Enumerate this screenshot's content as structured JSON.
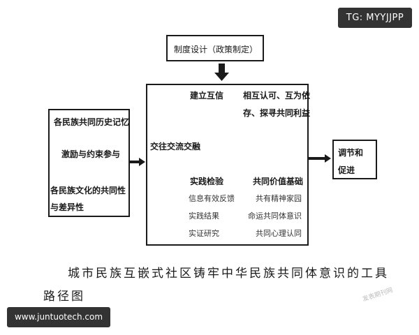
{
  "badges": {
    "top_right": "TG: MYYJJPP",
    "bottom_left": "www.juntuotech.com"
  },
  "diagram": {
    "top_box": "制度设计（政策制定）",
    "left_box": {
      "line1": "各民族共同历史记忆",
      "line2": "激励与约束参与",
      "line3a": "各民族文化的共同性",
      "line3b": "与差异性"
    },
    "right_box": {
      "line1": "调节和",
      "line2": "促进"
    },
    "center": {
      "establish_trust": "建立互信",
      "mutual_recognition_a": "相互认可、互为依",
      "mutual_recognition_b": "存、探寻共同利益",
      "interaction": "交往交流交融",
      "practice_test": "实践检验",
      "shared_values": "共同价值基础",
      "left_list": [
        "信息有效反馈",
        "实践结果",
        "实证研究"
      ],
      "right_list": [
        "共有精神家园",
        "命运共同体意识",
        "共同心理认同"
      ]
    }
  },
  "caption": {
    "line1": "城市民族互嵌式社区铸牢中华民族共同体意识的工具",
    "line2": "路径图"
  },
  "watermark": "发表期刊网"
}
